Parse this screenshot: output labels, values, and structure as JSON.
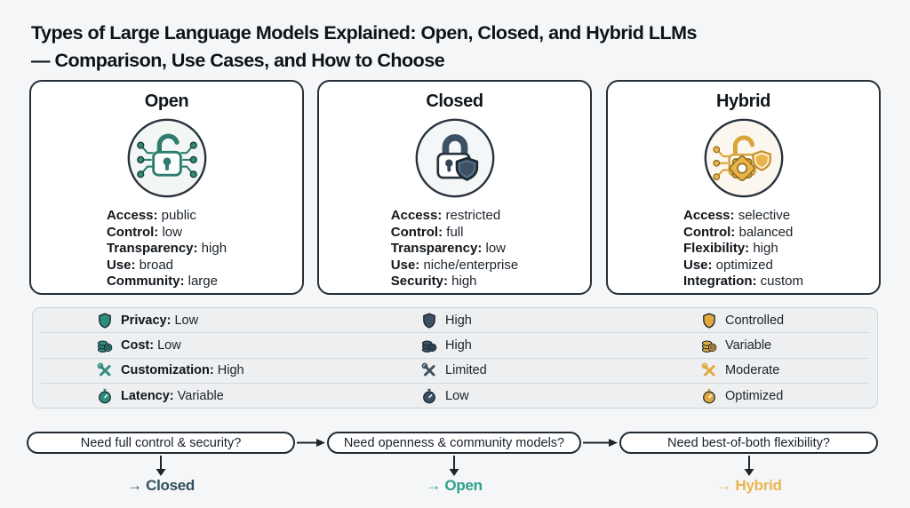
{
  "title": {
    "line1": "Types of Large Language Models Explained: Open, Closed, and Hybrid LLMs",
    "line2": "— Comparison, Use Cases, and How to Choose"
  },
  "cards": [
    {
      "name": "Open",
      "icon": "open-lock-network-icon",
      "attributes": [
        {
          "label": "Access:",
          "value": "public"
        },
        {
          "label": "Control:",
          "value": "low"
        },
        {
          "label": "Transparency:",
          "value": "high"
        },
        {
          "label": "Use:",
          "value": "broad"
        },
        {
          "label": "Community:",
          "value": "large"
        }
      ]
    },
    {
      "name": "Closed",
      "icon": "closed-lock-shield-icon",
      "attributes": [
        {
          "label": "Access:",
          "value": "restricted"
        },
        {
          "label": "Control:",
          "value": "full"
        },
        {
          "label": "Transparency:",
          "value": "low"
        },
        {
          "label": "Use:",
          "value": "niche/enterprise"
        },
        {
          "label": "Security:",
          "value": "high"
        }
      ]
    },
    {
      "name": "Hybrid",
      "icon": "hybrid-lock-gear-shield-icon",
      "attributes": [
        {
          "label": "Access:",
          "value": "selective"
        },
        {
          "label": "Control:",
          "value": "balanced"
        },
        {
          "label": "Flexibility:",
          "value": "high"
        },
        {
          "label": "Use:",
          "value": "optimized"
        },
        {
          "label": "Integration:",
          "value": "custom"
        }
      ]
    }
  ],
  "comparison": {
    "rows": [
      {
        "icon": "shield-icon",
        "label": "Privacy:",
        "open": "Low",
        "closed": "High",
        "hybrid": "Controlled"
      },
      {
        "icon": "coins-icon",
        "label": "Cost:",
        "open": "Low",
        "closed": "High",
        "hybrid": "Variable"
      },
      {
        "icon": "tools-icon",
        "label": "Customization:",
        "open": "High",
        "closed": "Limited",
        "hybrid": "Moderate"
      },
      {
        "icon": "stopwatch-icon",
        "label": "Latency:",
        "open": "Variable",
        "closed": "Low",
        "hybrid": "Optimized"
      }
    ]
  },
  "flow": {
    "steps": [
      {
        "question": "Need full control & security?",
        "answer": "→ Closed"
      },
      {
        "question": "Need openness & community models?",
        "answer": "→ Open"
      },
      {
        "question": "Need best-of-both flexibility?",
        "answer": "→ Hybrid"
      }
    ]
  },
  "colors": {
    "open_accent": "#2E8C7B",
    "closed_accent": "#3C5163",
    "hybrid_accent": "#E0A93F",
    "answer_closed": "#31505F",
    "answer_open": "#2AA189",
    "answer_hybrid": "#E9B54E"
  }
}
